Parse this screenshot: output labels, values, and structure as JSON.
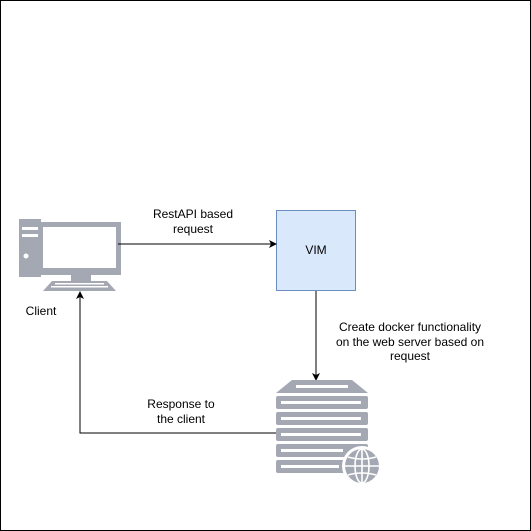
{
  "diagram": {
    "nodes": {
      "client": {
        "label": "Client",
        "icon": "desktop-computer-icon"
      },
      "vim": {
        "label": "VIM",
        "fill": "#dae8fc",
        "stroke": "#6c8ebf"
      },
      "server": {
        "icon": "web-server-icon",
        "fill": "#a3a8b3",
        "slot_fill": "#ffffff"
      }
    },
    "edges": {
      "client_to_vim": {
        "label_line1": "RestAPI based",
        "label_line2": "request"
      },
      "vim_to_server": {
        "label_line1": "Create docker functionality",
        "label_line2": "on the web server based on",
        "label_line3": "request"
      },
      "server_to_client": {
        "label_line1": "Response to",
        "label_line2": "the client"
      }
    },
    "colors": {
      "computer_body": "#a3a8b3",
      "computer_screen": "#ffffff",
      "line": "#000000"
    }
  }
}
